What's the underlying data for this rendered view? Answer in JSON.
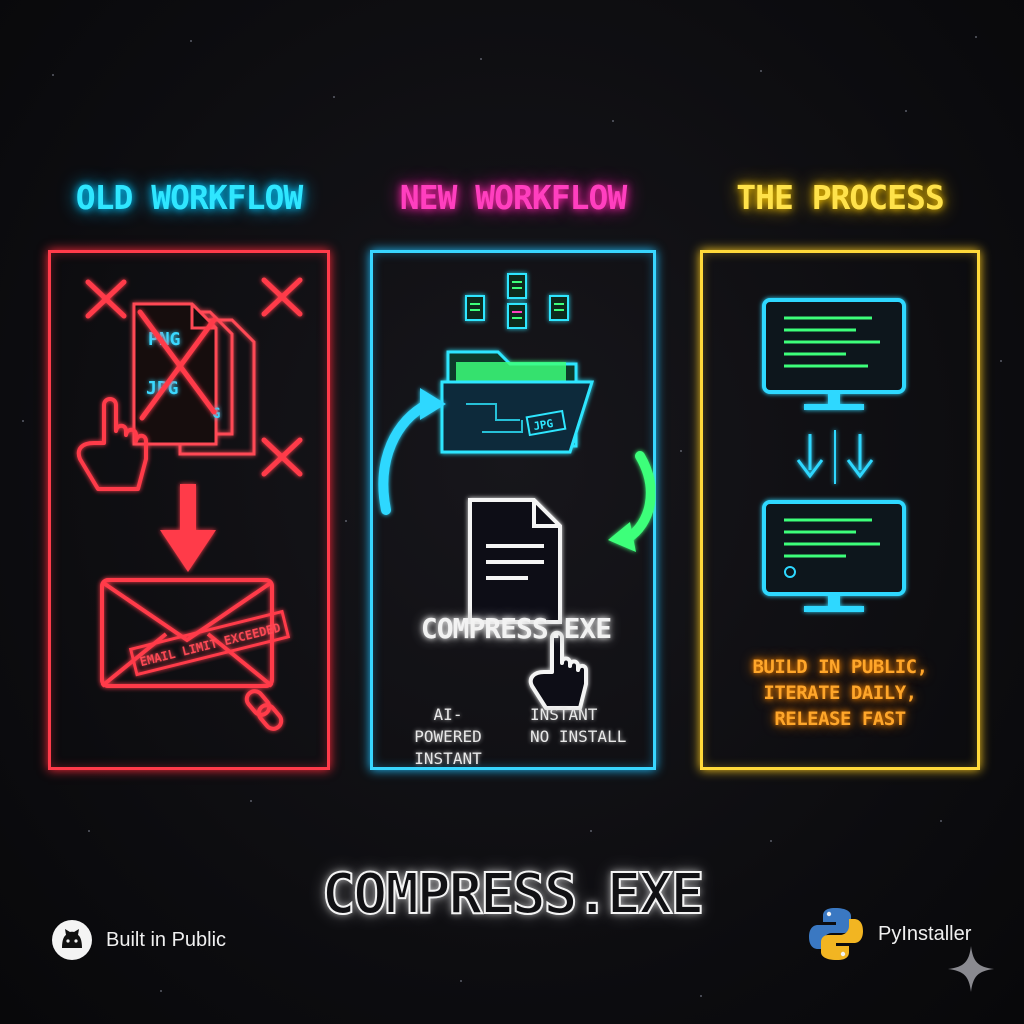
{
  "headings": {
    "old": "OLD WORKFLOW",
    "new": "NEW WORKFLOW",
    "process": "THE PROCESS"
  },
  "old_panel": {
    "file_labels": [
      "PNG",
      "JPG",
      "G"
    ],
    "email_stamp": "EMAIL LIMIT EXCEEDED"
  },
  "new_panel": {
    "folder_tag": "JPG",
    "app_label": "COMPRESS.EXE",
    "features_left": [
      "AI-POWERED",
      "INSTANT"
    ],
    "features_right": [
      "INSTANT",
      "NO INSTALL"
    ]
  },
  "process_panel": {
    "lines": [
      "BUILD IN PUBLIC,",
      "ITERATE DAILY,",
      "RELEASE FAST"
    ]
  },
  "main_title": "COMPRESS.EXE",
  "footer": {
    "left_text": "Built in Public",
    "right_text": "PyInstaller"
  },
  "colors": {
    "cyan": "#2fe6ff",
    "pink": "#ff3fbf",
    "yellow": "#ffe24a",
    "red": "#ff3b4a",
    "green": "#3cff7a",
    "orange": "#ffa62a"
  },
  "icons": [
    "x-mark-icon",
    "file-icon",
    "hand-pointer-icon",
    "down-arrow-icon",
    "envelope-icon",
    "chain-icon",
    "folder-icon",
    "document-icon",
    "cycle-arrow-icon",
    "monitor-icon",
    "github-icon",
    "python-icon",
    "sparkle-icon"
  ]
}
